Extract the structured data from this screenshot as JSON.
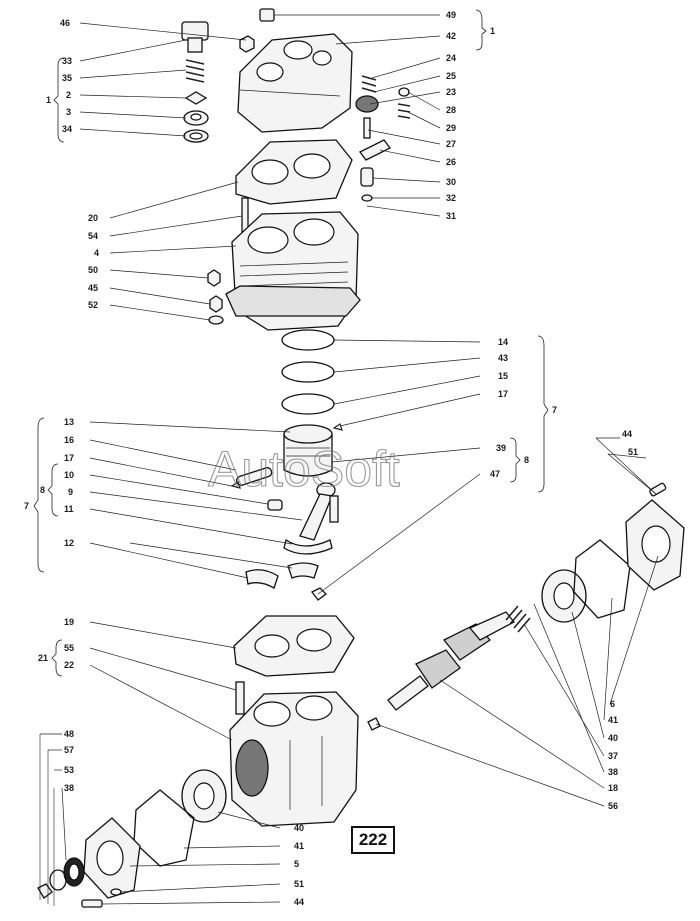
{
  "watermark": "AutoSoft",
  "page_number": "222",
  "callouts_right": [
    {
      "id": "c49",
      "text": "49"
    },
    {
      "id": "c42",
      "text": "42"
    },
    {
      "id": "c24",
      "text": "24"
    },
    {
      "id": "c25",
      "text": "25"
    },
    {
      "id": "c23",
      "text": "23"
    },
    {
      "id": "c28",
      "text": "28"
    },
    {
      "id": "c29",
      "text": "29"
    },
    {
      "id": "c27",
      "text": "27"
    },
    {
      "id": "c26",
      "text": "26"
    },
    {
      "id": "c30",
      "text": "30"
    },
    {
      "id": "c32",
      "text": "32"
    },
    {
      "id": "c31",
      "text": "31"
    },
    {
      "id": "c14",
      "text": "14"
    },
    {
      "id": "c43",
      "text": "43"
    },
    {
      "id": "c15",
      "text": "15"
    },
    {
      "id": "c17r",
      "text": "17"
    },
    {
      "id": "c39",
      "text": "39"
    },
    {
      "id": "c47",
      "text": "47"
    },
    {
      "id": "c6",
      "text": "6"
    },
    {
      "id": "c41a",
      "text": "41"
    },
    {
      "id": "c40a",
      "text": "40"
    },
    {
      "id": "c37",
      "text": "37"
    },
    {
      "id": "c38a",
      "text": "38"
    },
    {
      "id": "c18",
      "text": "18"
    },
    {
      "id": "c56",
      "text": "56"
    },
    {
      "id": "c44a",
      "text": "44"
    },
    {
      "id": "c51a",
      "text": "51"
    },
    {
      "id": "c40b",
      "text": "40"
    },
    {
      "id": "c41b",
      "text": "41"
    },
    {
      "id": "c5",
      "text": "5"
    },
    {
      "id": "c51b",
      "text": "51"
    },
    {
      "id": "c44b",
      "text": "44"
    }
  ],
  "callouts_left": [
    {
      "id": "c46",
      "text": "46"
    },
    {
      "id": "c33",
      "text": "33"
    },
    {
      "id": "c35",
      "text": "35"
    },
    {
      "id": "c2",
      "text": "2"
    },
    {
      "id": "c3",
      "text": "3"
    },
    {
      "id": "c34",
      "text": "34"
    },
    {
      "id": "c20",
      "text": "20"
    },
    {
      "id": "c54",
      "text": "54"
    },
    {
      "id": "c4",
      "text": "4"
    },
    {
      "id": "c50",
      "text": "50"
    },
    {
      "id": "c45",
      "text": "45"
    },
    {
      "id": "c52",
      "text": "52"
    },
    {
      "id": "c13",
      "text": "13"
    },
    {
      "id": "c16",
      "text": "16"
    },
    {
      "id": "c17l",
      "text": "17"
    },
    {
      "id": "c10",
      "text": "10"
    },
    {
      "id": "c9",
      "text": "9"
    },
    {
      "id": "c11",
      "text": "11"
    },
    {
      "id": "c12",
      "text": "12"
    },
    {
      "id": "c19",
      "text": "19"
    },
    {
      "id": "c55",
      "text": "55"
    },
    {
      "id": "c22",
      "text": "22"
    },
    {
      "id": "c48",
      "text": "48"
    },
    {
      "id": "c57",
      "text": "57"
    },
    {
      "id": "c53",
      "text": "53"
    },
    {
      "id": "c38b",
      "text": "38"
    }
  ],
  "group_labels": [
    {
      "id": "g1r",
      "text": "1"
    },
    {
      "id": "g1l",
      "text": "1"
    },
    {
      "id": "g7r",
      "text": "7"
    },
    {
      "id": "g8r",
      "text": "8"
    },
    {
      "id": "g7l",
      "text": "7"
    },
    {
      "id": "g8l",
      "text": "8"
    },
    {
      "id": "g21",
      "text": "21"
    }
  ]
}
